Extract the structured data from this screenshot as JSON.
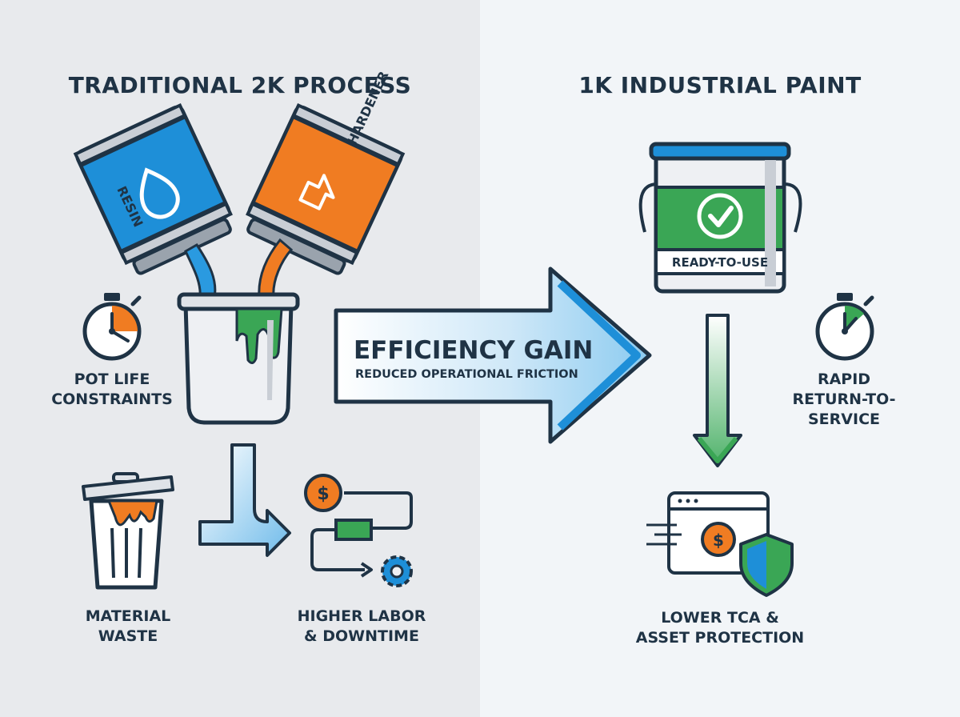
{
  "left_panel": {
    "title": "TRADITIONAL 2K PROCESS",
    "resin_label": "RESIN",
    "hardener_label": "HARDENER",
    "pot_life_line1": "POT LIFE",
    "pot_life_line2": "CONSTRAINTS",
    "waste_line1": "MATERIAL",
    "waste_line2": "WASTE",
    "labor_line1": "HIGHER LABOR",
    "labor_line2": "& DOWNTIME"
  },
  "center_arrow": {
    "title": "EFFICIENCY GAIN",
    "subtitle": "REDUCED OPERATIONAL FRICTION"
  },
  "right_panel": {
    "title": "1K INDUSTRIAL PAINT",
    "can_label": "READY-TO-USE",
    "rapid_line1": "RAPID",
    "rapid_line2": "RETURN-TO-",
    "rapid_line3": "SERVICE",
    "tca_line1": "LOWER TCA &",
    "tca_line2": "ASSET PROTECTION"
  },
  "icons": {
    "currency_symbol": "$"
  },
  "colors": {
    "blue": "#1e8fd8",
    "orange": "#f07c22",
    "green": "#3aa655",
    "navy": "#1f3345"
  }
}
